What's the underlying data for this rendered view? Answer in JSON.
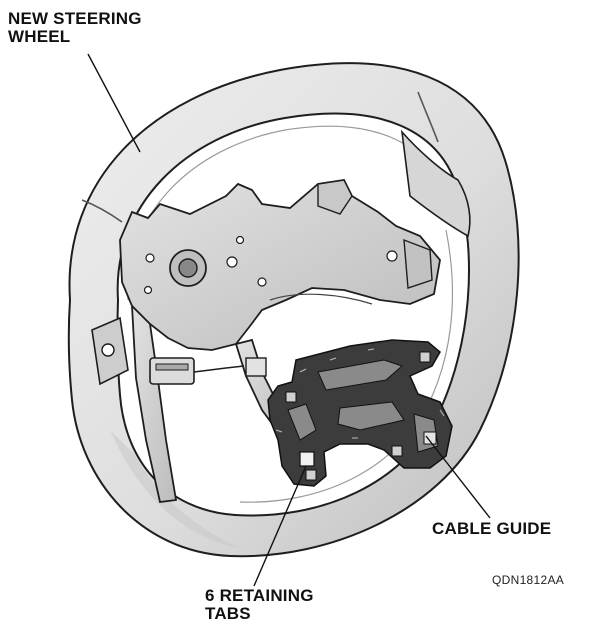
{
  "callouts": {
    "steering_wheel": {
      "line1": "NEW STEERING",
      "line2": "WHEEL"
    },
    "cable_guide": {
      "text": "CABLE GUIDE"
    },
    "retaining_tabs": {
      "line1": "6 RETAINING",
      "line2": "TABS"
    }
  },
  "figure_code": "QDN1812AA",
  "colors": {
    "rim_fill": "#e4e4e4",
    "rim_shade": "#c4c4c4",
    "frame_fill": "#d2d2d2",
    "guide_fill": "#3c3c3c",
    "outline": "#1e1e1e"
  }
}
